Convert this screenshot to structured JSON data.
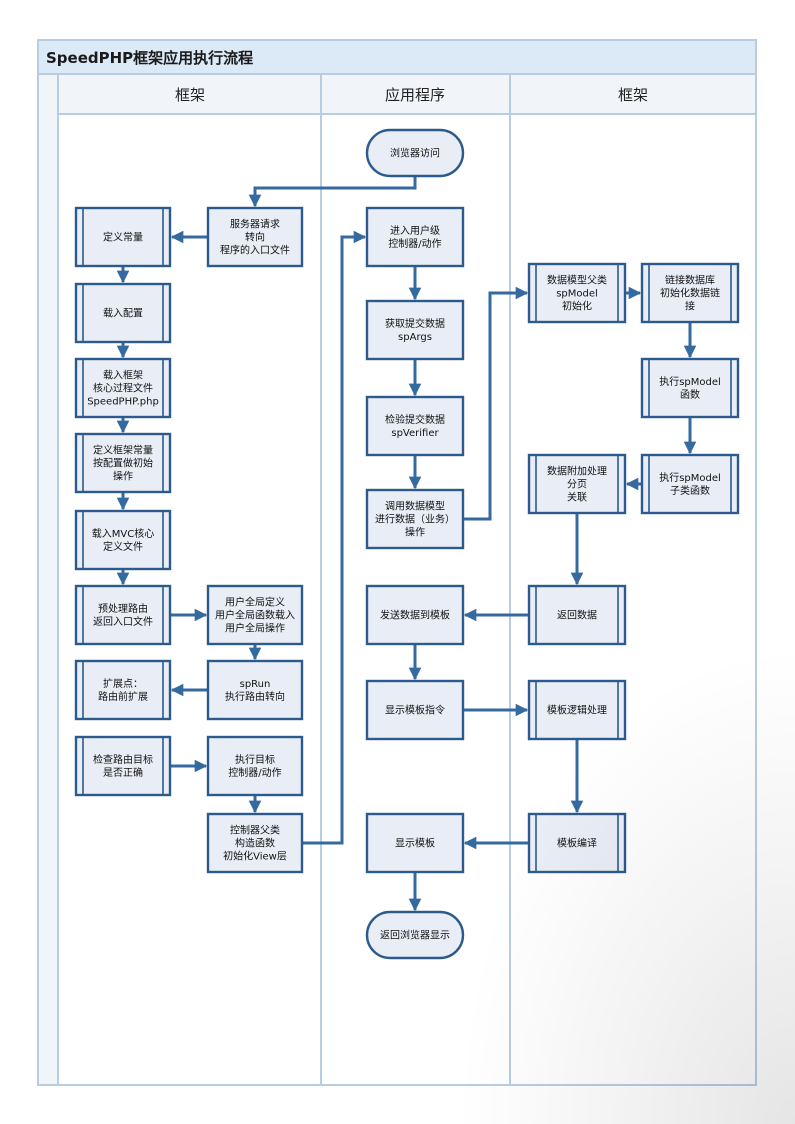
{
  "title": "SpeedPHP框架应用执行流程",
  "lanes": [
    "框架",
    "应用程序",
    "框架"
  ],
  "nodes": {
    "browser_access": [
      "浏览器访问"
    ],
    "server_request": [
      "服务器请求",
      "转向",
      "程序的入口文件"
    ],
    "define_constants": [
      "定义常量"
    ],
    "load_config": [
      "载入配置"
    ],
    "load_framework": [
      "载入框架",
      "核心过程文件",
      "SpeedPHP.php"
    ],
    "define_framework_constants": [
      "定义框架常量",
      "按配置做初始",
      "操作"
    ],
    "load_mvc": [
      "载入MVC核心",
      "定义文件"
    ],
    "preprocess_route": [
      "预处理路由",
      "返回入口文件"
    ],
    "user_global": [
      "用户全局定义",
      "用户全局函数载入",
      "用户全局操作"
    ],
    "extension_point": [
      "扩展点：",
      "路由前扩展"
    ],
    "sprun": [
      "spRun",
      "执行路由转向"
    ],
    "check_route": [
      "检查路由目标",
      "是否正确"
    ],
    "execute_target": [
      "执行目标",
      "控制器/动作"
    ],
    "controller_parent": [
      "控制器父类",
      "构造函数",
      "初始化View层"
    ],
    "enter_controller": [
      "进入用户级",
      "控制器/动作"
    ],
    "get_args": [
      "获取提交数据",
      "spArgs"
    ],
    "verify_data": [
      "检验提交数据",
      "spVerifier"
    ],
    "call_model": [
      "调用数据模型",
      "进行数据（业务）",
      "操作"
    ],
    "send_to_template": [
      "发送数据到模板"
    ],
    "display_command": [
      "显示模板指令"
    ],
    "display_template": [
      "显示模板"
    ],
    "return_browser": [
      "返回浏览器显示"
    ],
    "model_parent": [
      "数据模型父类",
      "spModel",
      "初始化"
    ],
    "connect_db": [
      "链接数据库",
      "初始化数据链",
      "接"
    ],
    "exec_spmodel": [
      "执行spModel",
      "函数"
    ],
    "exec_subclass": [
      "执行spModel",
      "子类函数"
    ],
    "data_attach": [
      "数据附加处理",
      "分页",
      "关联"
    ],
    "return_data": [
      "返回数据"
    ],
    "template_logic": [
      "模板逻辑处理"
    ],
    "template_compile": [
      "模板编译"
    ]
  },
  "colors": {
    "box_fill": "#e9eef6",
    "box_border": "#2d5a8c",
    "arrow": "#356aa0",
    "lane_header": "#f1f4f9",
    "title_bar": "#dce9f6",
    "frame_line": "#b9cde2"
  }
}
